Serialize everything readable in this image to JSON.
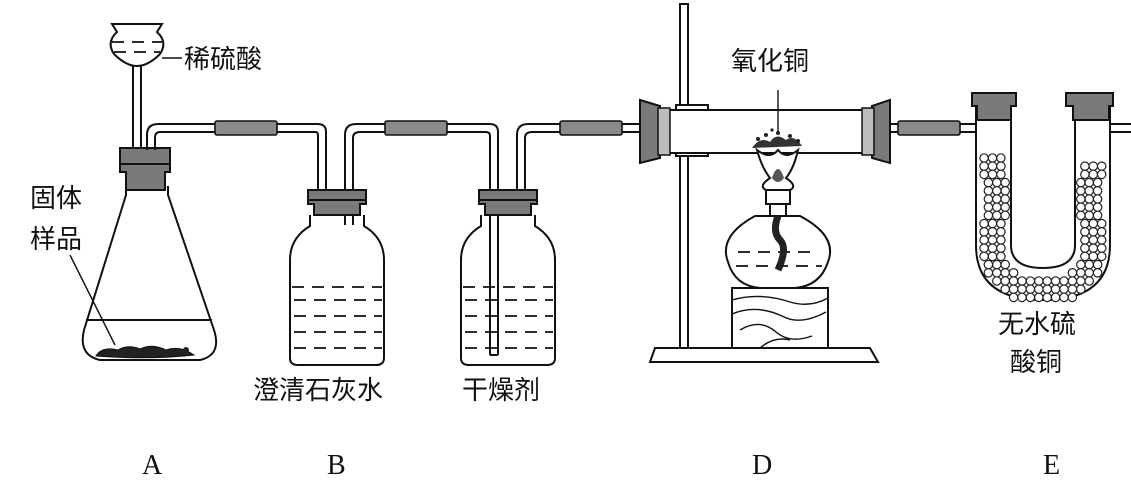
{
  "labels": {
    "acid": "稀硫酸",
    "sample_line1": "固体",
    "sample_line2": "样品",
    "limewater": "澄清石灰水",
    "desiccant": "干燥剂",
    "copper_oxide": "氧化铜",
    "cuso4_line1": "无水硫",
    "cuso4_line2": "酸铜"
  },
  "captions": [
    "A",
    "B",
    "D",
    "E"
  ]
}
